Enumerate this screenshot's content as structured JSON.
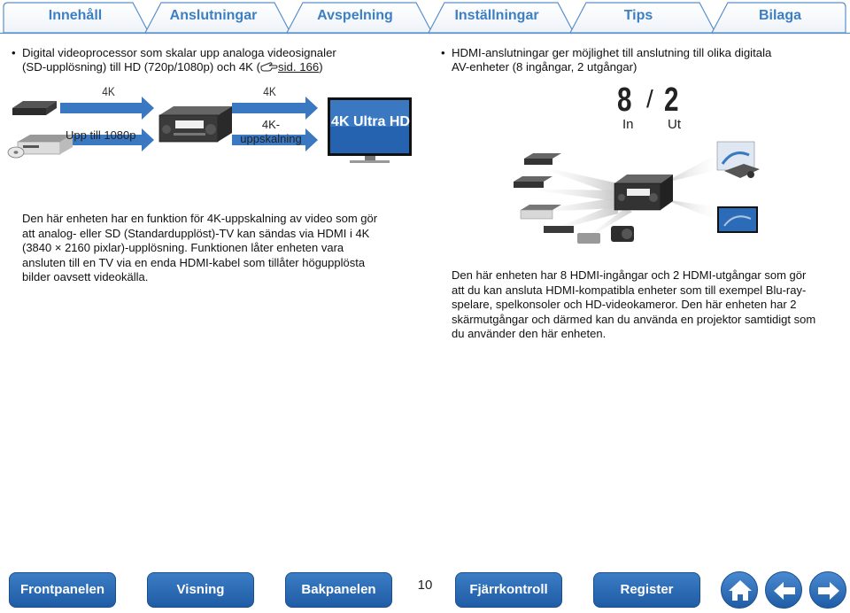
{
  "tabs": [
    {
      "label": "Innehåll"
    },
    {
      "label": "Anslutningar"
    },
    {
      "label": "Avspelning"
    },
    {
      "label": "Inställningar"
    },
    {
      "label": "Tips"
    },
    {
      "label": "Bilaga"
    }
  ],
  "left": {
    "bullet_line1": "Digital videoprocessor som skalar upp analoga videosignaler",
    "bullet_line2_pre": "(SD-upplösning) till HD (720p/1080p) och 4K (",
    "bullet_link": "sid. 166",
    "bullet_line2_post": ")",
    "diagram": {
      "label_4k_a": "4K",
      "label_4k_b": "4K",
      "upscale_label": "Upp till 1080p",
      "upscale4k_line1": "4K-",
      "upscale4k_line2": "uppskalning",
      "tv_label": "4K Ultra HD"
    },
    "paragraph": [
      "Den här enheten har en funktion för 4K-uppskalning av video som gör",
      "att analog- eller SD (Standardupplöst)-TV kan sändas via HDMI i 4K",
      "(3840 × 2160 pixlar)-upplösning. Funktionen låter enheten vara",
      "ansluten till en TV via en enda HDMI-kabel som tillåter högupplösta",
      "bilder oavsett videokälla."
    ]
  },
  "right": {
    "bullet_line1": "HDMI-anslutningar ger möjlighet till anslutning till olika digitala",
    "bullet_line2": "AV-enheter (8 ingångar, 2 utgångar)",
    "diagram": {
      "in_count": "8",
      "slash": "/",
      "out_count": "2",
      "in_label": "In",
      "out_label": "Ut"
    },
    "paragraph": [
      "Den här enheten har 8 HDMI-ingångar och 2 HDMI-utgångar som gör",
      "att du kan ansluta HDMI-kompatibla enheter som till exempel Blu-ray-",
      "spelare, spelkonsoler och HD-videokameror. Den här enheten har 2",
      "skärmutgångar och därmed kan du använda en projektor samtidigt som",
      "du använder den här enheten."
    ]
  },
  "bottom_nav": {
    "buttons": [
      {
        "label": "Frontpanelen"
      },
      {
        "label": "Visning"
      },
      {
        "label": "Bakpanelen"
      },
      {
        "label": "Fjärrkontroll"
      },
      {
        "label": "Register"
      }
    ],
    "page_number": "10",
    "icons": [
      "home-icon",
      "arrow-left-icon",
      "arrow-right-icon"
    ]
  },
  "colors": {
    "tab_text": "#3c7fc2",
    "nav_blue": "#2a6bb4",
    "arrow_blue": "#3b78c2"
  }
}
